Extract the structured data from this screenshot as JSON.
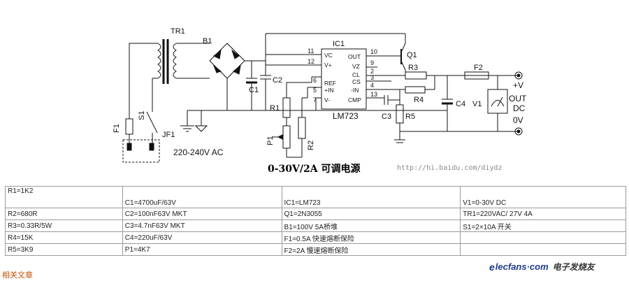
{
  "schematic": {
    "labels": {
      "tr1": "TR1",
      "b1": "B1",
      "f1": "F1",
      "s1": "S1",
      "jf1": "JF1",
      "ac_in": "220-240V AC",
      "c1": "C1",
      "c2": "C2",
      "ic1": "IC1",
      "ic_part": "LM723",
      "q1": "Q1",
      "r1": "R1",
      "r2": "R2",
      "r3": "R3",
      "r4": "R4",
      "r5": "R5",
      "c3": "C3",
      "c4": "C4",
      "p1": "P1",
      "v1": "V1",
      "f2": "F2",
      "out": "OUT",
      "dc": "DC",
      "plus_v": "+V",
      "zero_v": "0V"
    },
    "ic_pins_left": [
      "VC",
      "V+",
      "REF",
      "+IN",
      "V-"
    ],
    "ic_pins_right": [
      "OUT",
      "VZ",
      "CL",
      "CS",
      "-IN",
      "CMP"
    ],
    "pin_numbers": [
      "11",
      "12",
      "6",
      "5",
      "7",
      "10",
      "9",
      "2",
      "3",
      "4",
      "13"
    ]
  },
  "caption": "0-30V/2A 可调电源",
  "source_url": "http://hi.baidu.com/diydz",
  "bom": {
    "rows": [
      [
        "R1=1K2",
        "C1=4700uF/63V",
        "IC1=LM723",
        "V1=0-30V DC"
      ],
      [
        "R2=680R",
        "C2=100nF63V MKT",
        "Q1=2N3055",
        "TR1=220VAC/ 27V 4A"
      ],
      [
        "R3=0.33R/5W",
        "C3=4.7nF63V MKT",
        "B1=100V 5A桥堆",
        "S1=2×10A 开关"
      ],
      [
        "R4=15K",
        "C4=220uF/63V",
        "F1=0.5A 快速熔断保险",
        ""
      ],
      [
        "R5=3K9",
        "P1=4K7",
        "F2=2A 慢速熔断保险",
        ""
      ]
    ]
  },
  "footer": {
    "related": "相关文章",
    "brand_e": "e",
    "brand_rest": "lecfans·com",
    "brand_cn": "电子发烧友"
  }
}
